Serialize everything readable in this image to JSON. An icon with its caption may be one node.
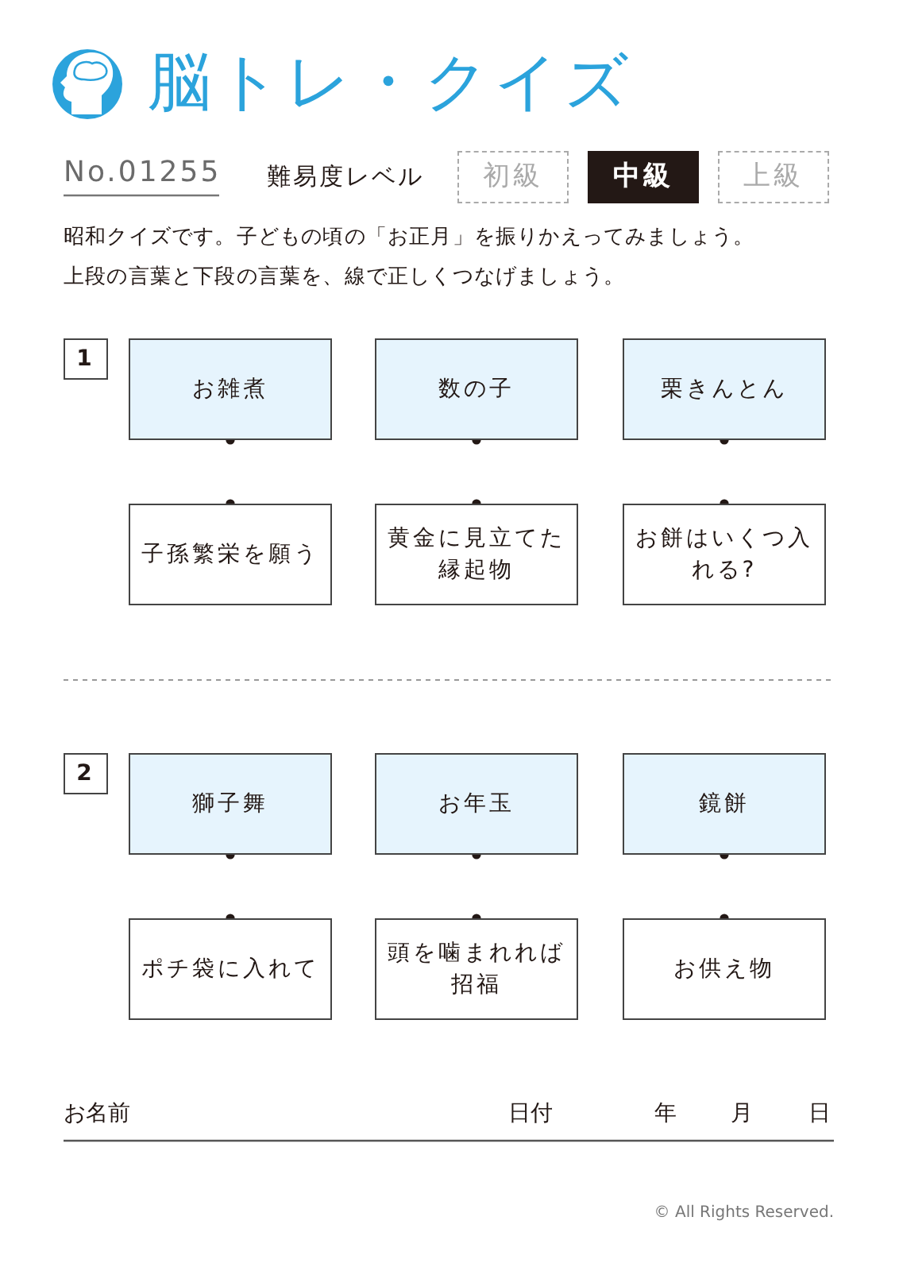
{
  "diagram": {
    "title": "脳トレ・クイズ",
    "nodes": [
      {
        "text": [
          "初級"
        ]
      },
      {
        "text": [
          "中級"
        ]
      },
      {
        "text": [
          "上級"
        ]
      },
      {
        "text": [
          "1"
        ]
      },
      {
        "text": [
          "お雑煮"
        ]
      },
      {
        "text": [
          "数の子"
        ]
      },
      {
        "text": [
          "栗きんとん"
        ]
      },
      {
        "text": [
          "子孫繁栄を願う"
        ]
      },
      {
        "text": [
          "黄金に見立てた縁起物"
        ]
      },
      {
        "text": [
          "お餅はいくつ入れる?"
        ]
      },
      {
        "text": [
          "2"
        ]
      },
      {
        "text": [
          "獅子舞"
        ]
      },
      {
        "text": [
          "お年玉"
        ]
      },
      {
        "text": [
          "鏡餅"
        ]
      },
      {
        "text": [
          "ポチ袋に入れて"
        ]
      },
      {
        "text": [
          "頭を噛まれれば招福"
        ]
      },
      {
        "text": [
          "お供え物"
        ]
      }
    ],
    "labels": [
      "No.01255",
      "難易度レベル",
      "昭和クイズです。子どもの頃の「お正月」を振りかえってみましょう。",
      "上段の言葉と下段の言葉を、線で正しくつなげましょう。",
      "お名前",
      "日付",
      "年",
      "月",
      "日",
      "© All Rights Reserved."
    ]
  }
}
